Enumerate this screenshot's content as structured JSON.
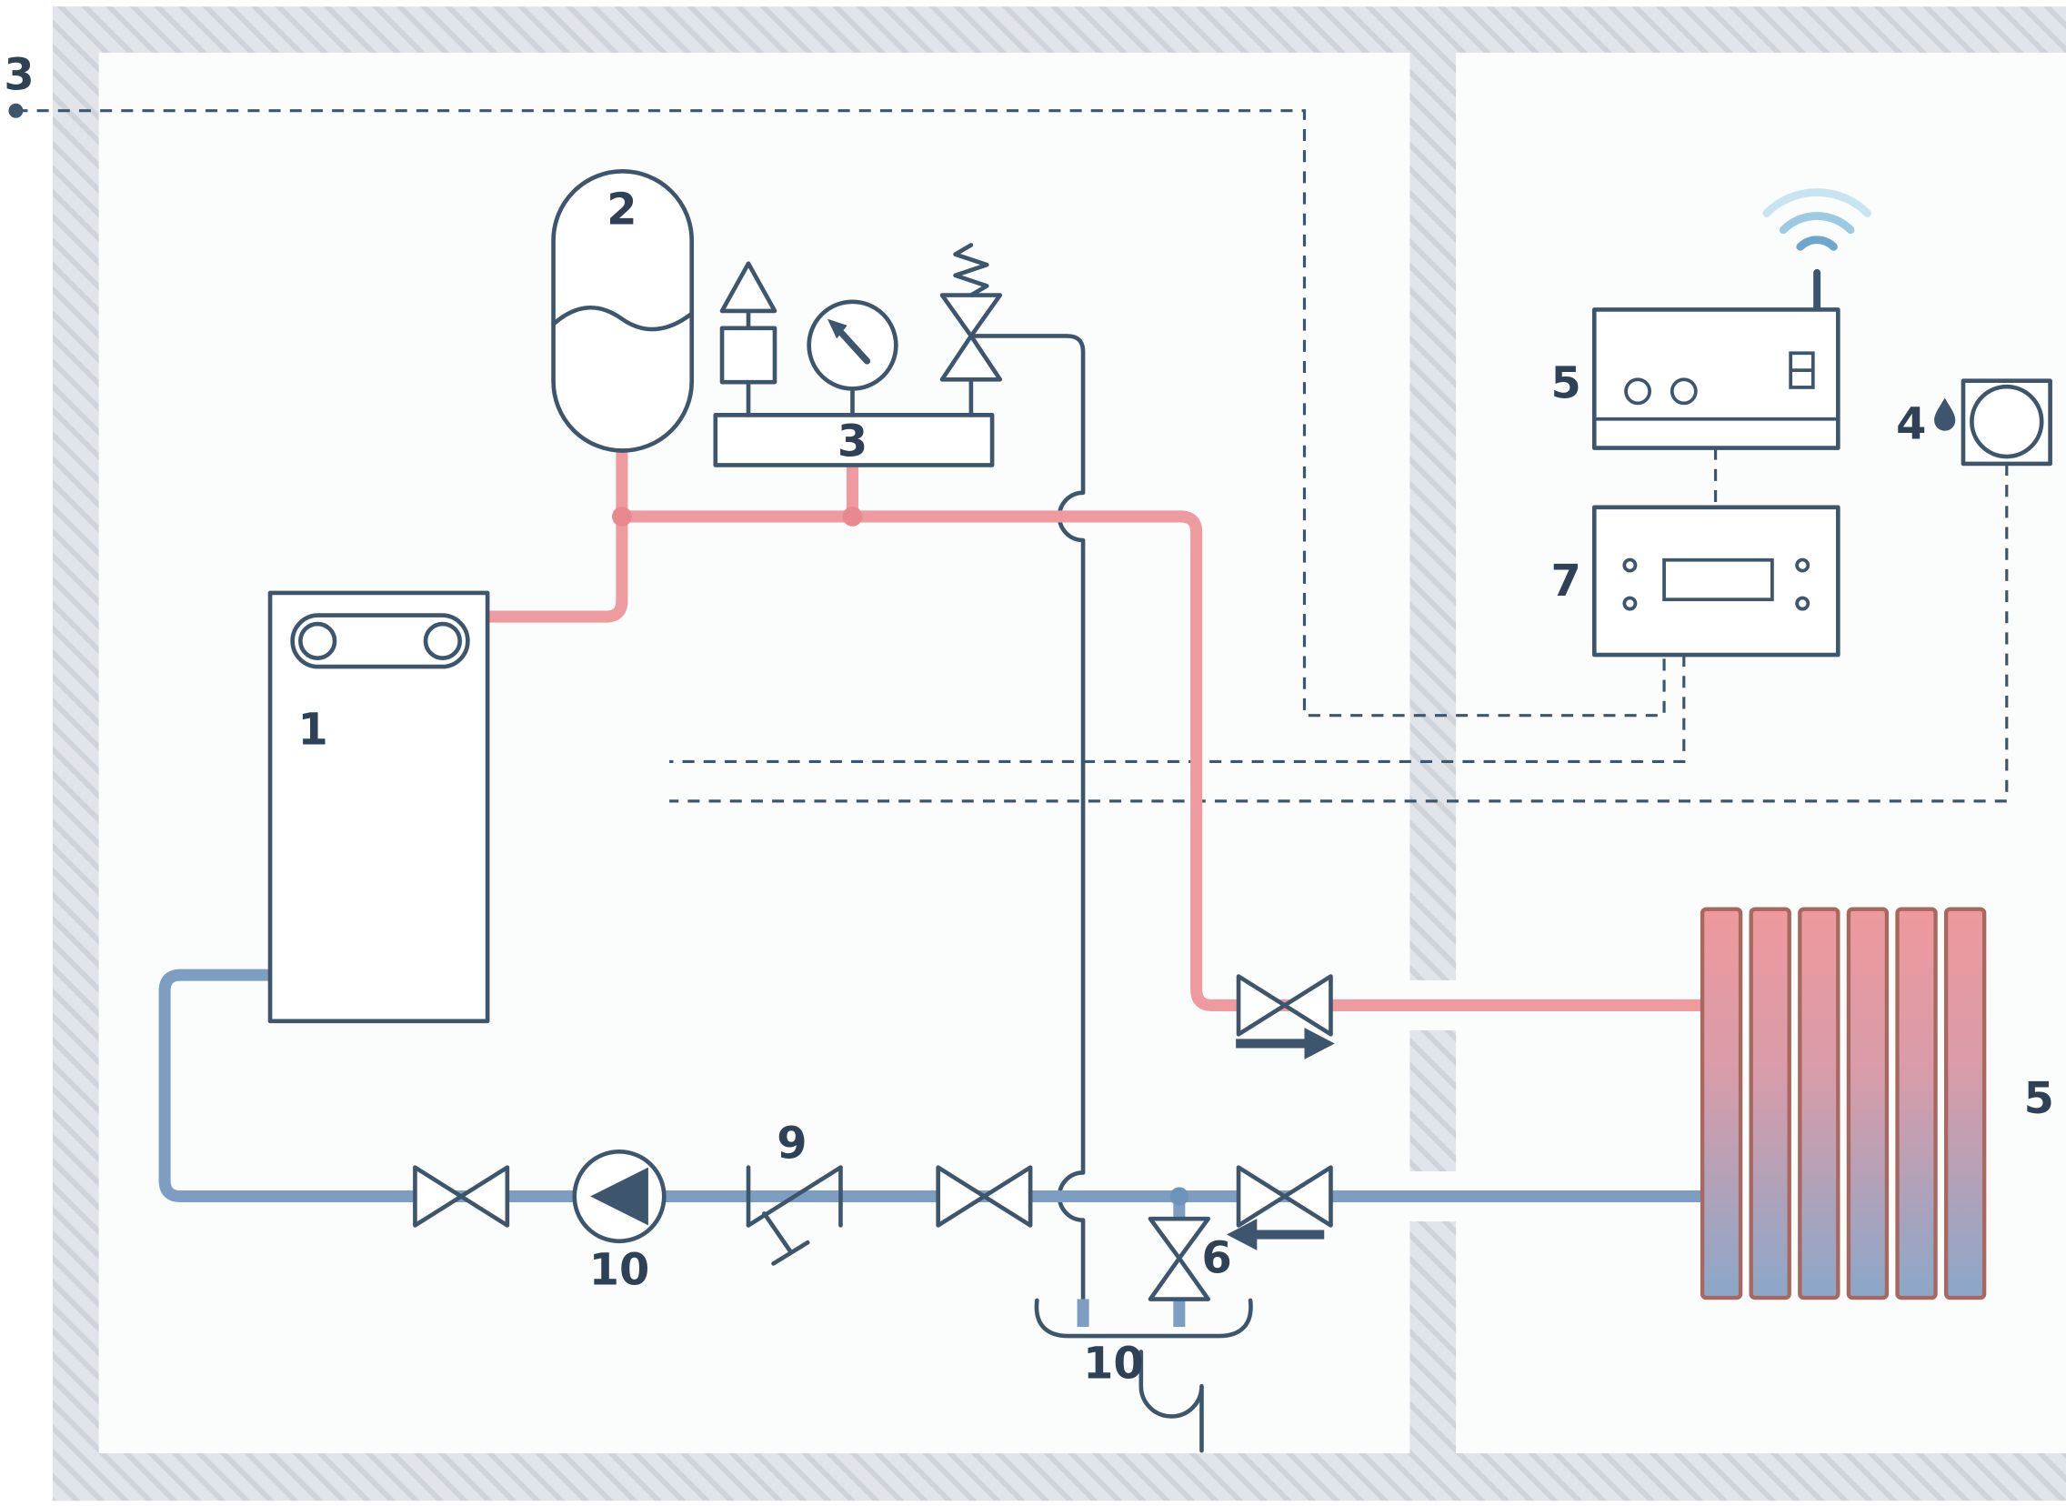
{
  "meta": {
    "type": "heating-system-hydraulic-schematic"
  },
  "labels": {
    "boiler": "1",
    "expansion_vessel": "2",
    "safety_group": "3",
    "outdoor_sensor": "3",
    "room_sensor": "4",
    "control_unit": "5",
    "radiator": "5",
    "drain_valve": "6",
    "thermostat": "7",
    "strainer": "9",
    "pump": "10",
    "floor_drain": "10"
  },
  "colors": {
    "supply_pipe": "#ee9a9e",
    "return_pipe": "#7d9dc3",
    "junction_supply": "#e8898f",
    "junction_return": "#6d92bc",
    "line_dark": "#3d566e",
    "label_text": "#2e4156",
    "wall_fill": "#e1e5e9",
    "wall_hatch": "#ced4da",
    "radiator_outline": "#a8685f",
    "radiator_top": "#ee999d",
    "radiator_bottom": "#8ba7c9",
    "wifi_inner": "#6ea7cd",
    "wifi_mid": "#9ccae3",
    "wifi_outer": "#c6e4f2"
  },
  "icons": {
    "wifi": "wifi-icon",
    "antenna": "antenna-icon",
    "pump": "pump-icon",
    "valve": "valve-icon",
    "pressure_gauge": "pressure-gauge-icon",
    "safety_valve": "safety-valve-icon",
    "flow_arrow": "flow-arrow-icon",
    "droplet": "droplet-icon",
    "floor_drain": "floor-drain-icon"
  }
}
